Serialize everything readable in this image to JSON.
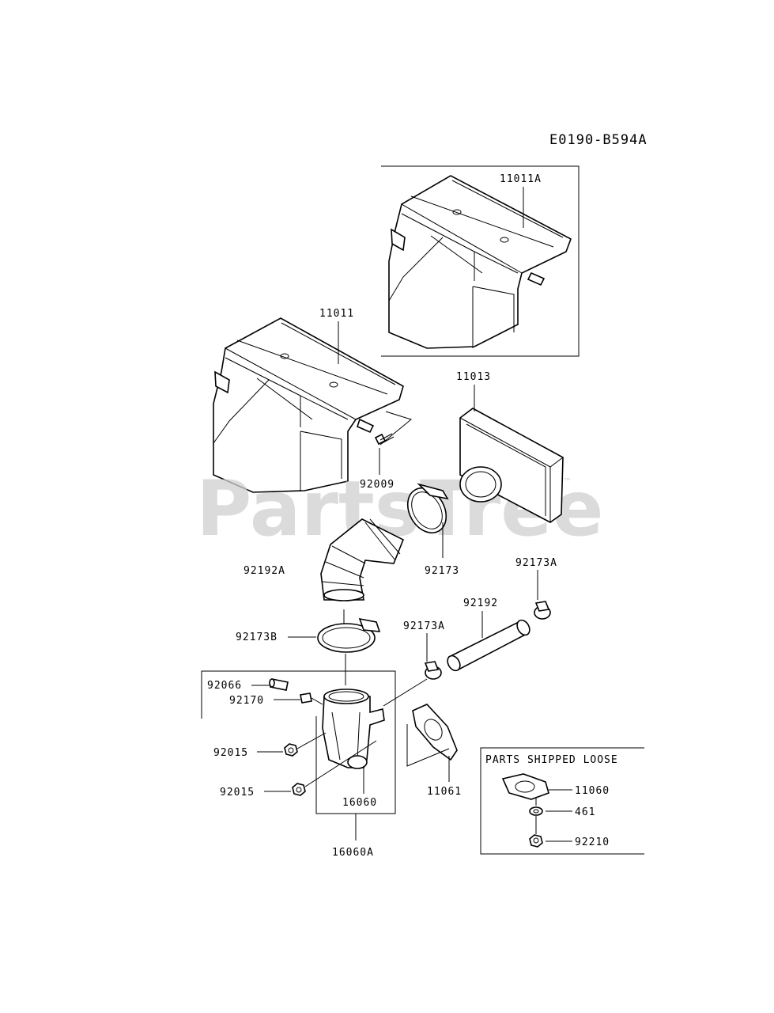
{
  "diagram_code": "E0190-B594A",
  "watermark": "PartsTree",
  "trademark": "™",
  "parts_loose_title": "PARTS SHIPPED LOOSE",
  "labels": {
    "p11011A": "11011A",
    "p11011": "11011",
    "p11013": "11013",
    "p92009": "92009",
    "p92192A": "92192A",
    "p92173": "92173",
    "p92173A_top": "92173A",
    "p92192": "92192",
    "p92173A_mid": "92173A",
    "p92173B": "92173B",
    "p92066": "92066",
    "p92170": "92170",
    "p92015_a": "92015",
    "p92015_b": "92015",
    "p16060": "16060",
    "p16060A": "16060A",
    "p11061": "11061",
    "loose_11060": "11060",
    "loose_461": "461",
    "loose_92210": "92210"
  },
  "colors": {
    "ink": "#000000",
    "watermark": "#cfcfcf",
    "background": "#ffffff"
  }
}
